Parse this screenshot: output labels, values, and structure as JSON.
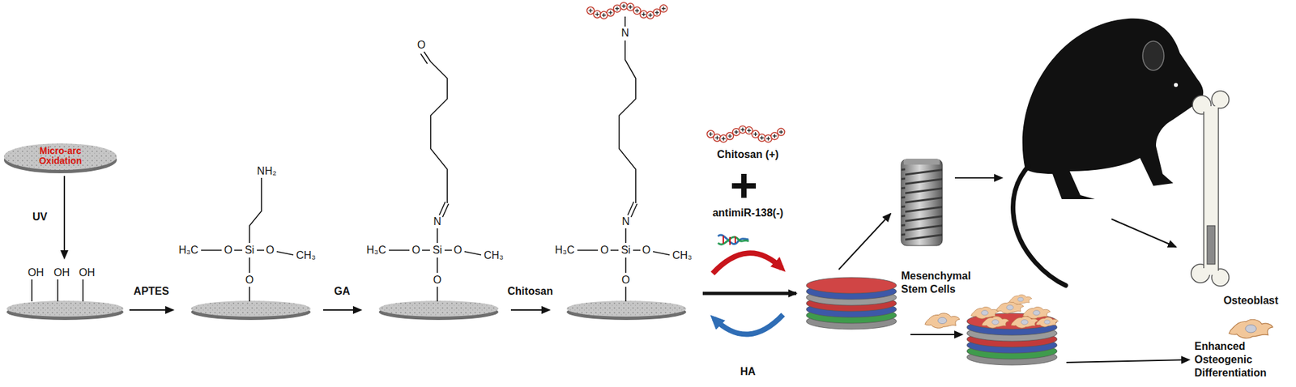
{
  "diagram": {
    "nodes": [
      {
        "text": [
          "Micro-arc Oxidation"
        ]
      },
      {
        "text": [
          "OH",
          "OH",
          "OH"
        ]
      },
      {
        "text": [
          "NH₂",
          "H₃C",
          "O",
          "Si",
          "O",
          "CH₃",
          "O"
        ]
      },
      {
        "text": [
          "O",
          "N",
          "H₃C",
          "O",
          "Si",
          "O",
          "CH₃",
          "O"
        ]
      },
      {
        "text": [
          "N",
          "N",
          "H₃C",
          "O",
          "Si",
          "O",
          "CH₃",
          "O"
        ]
      }
    ],
    "edges": [
      {
        "from": 0,
        "to": 1,
        "arrow": "to",
        "label": "UV"
      },
      {
        "from": 1,
        "to": 2,
        "arrow": "to",
        "label": "APTES"
      },
      {
        "from": 2,
        "to": 3,
        "arrow": "to",
        "label": "GA"
      },
      {
        "from": 3,
        "to": 4,
        "arrow": "to",
        "label": "Chitosan"
      }
    ],
    "labels": [
      "Chitosan (+)",
      "antimiR-138(-)",
      "HA",
      "Mesenchymal Stem Cells",
      "Enhanced Osteogenic Differentiation",
      "Osteoblast"
    ]
  }
}
